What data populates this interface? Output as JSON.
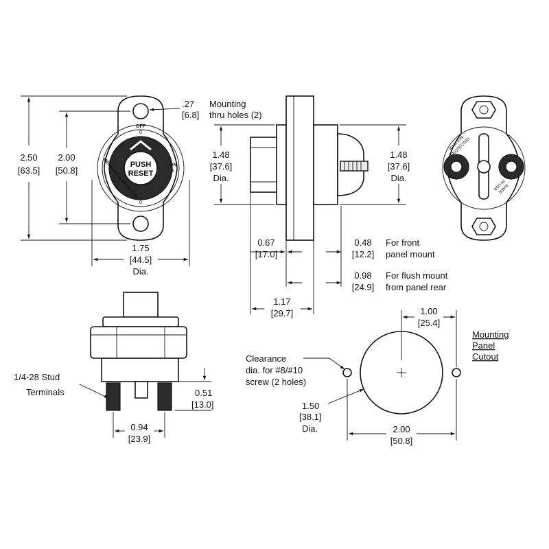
{
  "front_view": {
    "push_label": "PUSH",
    "reset_label": "RESET",
    "off_label": "OFF",
    "off_zero": "0",
    "on_label": "ON",
    "on_one": "1",
    "brand_arc": "MECHANICAL PRODUCTS",
    "bottom_zero": "0",
    "height_in": "2.50",
    "height_mm": "[63.5]",
    "hole_spacing_in": "2.00",
    "hole_spacing_mm": "[50.8]",
    "hole_dia_in": ".27",
    "hole_dia_mm": "[6.8]",
    "hole_note_1": "Mounting",
    "hole_note_2": "thru holes (2)",
    "width_in": "1.75",
    "width_mm": "[44.5]",
    "width_suffix": "Dia."
  },
  "side_view": {
    "body_dia_in": "1.48",
    "body_dia_mm": "[37.6]",
    "body_dia_suffix": "Dia.",
    "rear_dia_in": "1.48",
    "rear_dia_mm": "[37.6]",
    "rear_dia_suffix": "Dia.",
    "dim_a_in": "0.67",
    "dim_a_mm": "[17.0]",
    "dim_b_in": "0.48",
    "dim_b_mm": "[12.2]",
    "dim_b_note_1": "For front",
    "dim_b_note_2": "panel mount",
    "dim_c_in": "0.98",
    "dim_c_mm": "[24.9]",
    "dim_c_note_1": "For flush mount",
    "dim_c_note_2": "from panel rear",
    "dim_d_in": "1.17",
    "dim_d_mm": "[29.7]"
  },
  "rear_view": {
    "arc_text_1": "IGNITION",
    "arc_text_2": "PROTECTED",
    "made_1": "MADE",
    "made_2": "IN USA"
  },
  "bottom_view": {
    "stud_note_1": "1/4-28 Stud",
    "stud_note_2": "Terminals",
    "stud_len_in": "0.51",
    "stud_len_mm": "[13.0]",
    "stud_spacing_in": "0.94",
    "stud_spacing_mm": "[23.9]"
  },
  "cutout": {
    "title_1": "Mounting",
    "title_2": "Panel",
    "title_3": "Cutout",
    "clearance_1": "Clearance",
    "clearance_2": "dia. for #8/#10",
    "clearance_3": "screw (2 holes)",
    "offset_in": "1.00",
    "offset_mm": "[25.4]",
    "hole_dia_in": "1.50",
    "hole_dia_mm": "[38.1]",
    "hole_dia_suffix": "Dia.",
    "span_in": "2.00",
    "span_mm": "[50.8]"
  }
}
